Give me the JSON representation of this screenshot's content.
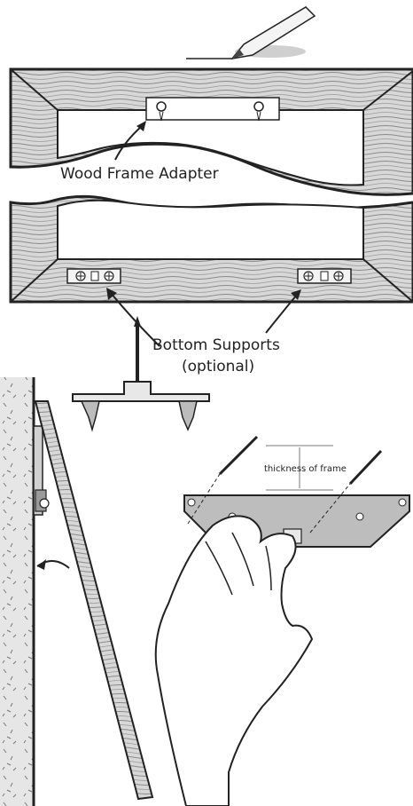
{
  "labels": {
    "wood_frame_adapter": "Wood Frame Adapter",
    "bottom_supports": "Bottom Supports",
    "optional": "(optional)",
    "thickness_of_frame": "thickness of frame"
  }
}
